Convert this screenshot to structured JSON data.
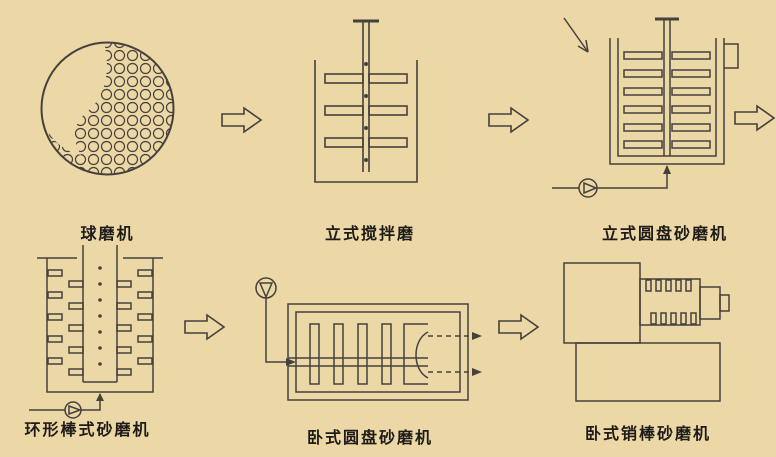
{
  "page": {
    "background_color": "#ecd7a6",
    "line_color": "#45413b",
    "description_type": "mill-evolution-process-diagram"
  },
  "machines": [
    {
      "id": "ball-mill",
      "label": "球磨机"
    },
    {
      "id": "vertical-stirred-mill",
      "label": "立式搅拌磨"
    },
    {
      "id": "vertical-disc-sand-mill",
      "label": "立式圆盘砂磨机"
    },
    {
      "id": "annular-rod-sand-mill",
      "label": "环形棒式砂磨机"
    },
    {
      "id": "horizontal-disc-sand-mill",
      "label": "卧式圆盘砂磨机"
    },
    {
      "id": "horizontal-pin-sand-mill",
      "label": "卧式销棒砂磨机"
    }
  ]
}
